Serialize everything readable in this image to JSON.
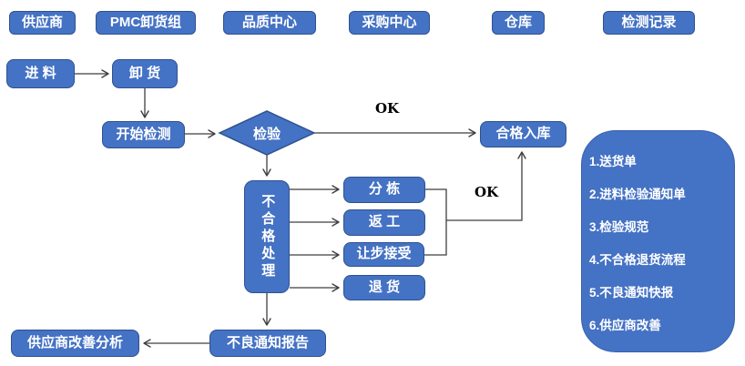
{
  "colors": {
    "node_fill": "#4472C4",
    "node_border": "#2F528F",
    "arrow": "#3F3F3F",
    "node_text": "#FFFFFF",
    "ok_text": "#000000",
    "background": "#FFFFFF"
  },
  "lanes": [
    {
      "label": "供应商"
    },
    {
      "label": "PMC卸货组"
    },
    {
      "label": "品质中心"
    },
    {
      "label": "采购中心"
    },
    {
      "label": "仓库"
    },
    {
      "label": "检测记录"
    }
  ],
  "flow": {
    "incoming": "进 料",
    "unload": "卸 货",
    "start_inspection": "开始检测",
    "inspection": "检验",
    "pass_storage": "合格入库",
    "nonconforming_handling": "不合格处理",
    "sorting": "分 栋",
    "rework": "返 工",
    "concession_accept": "让步接受",
    "return_goods": "退 货",
    "defect_notice_report": "不良通知报告",
    "supplier_improvement_analysis": "供应商改善分析",
    "ok_label_top": "OK",
    "ok_label_mid": "OK"
  },
  "panel": {
    "items": [
      "1.送货单",
      "2.进料检验通知单",
      "3.检验规范",
      "4.不合格退货流程",
      "5.不良通知快报",
      "6.供应商改善"
    ]
  }
}
